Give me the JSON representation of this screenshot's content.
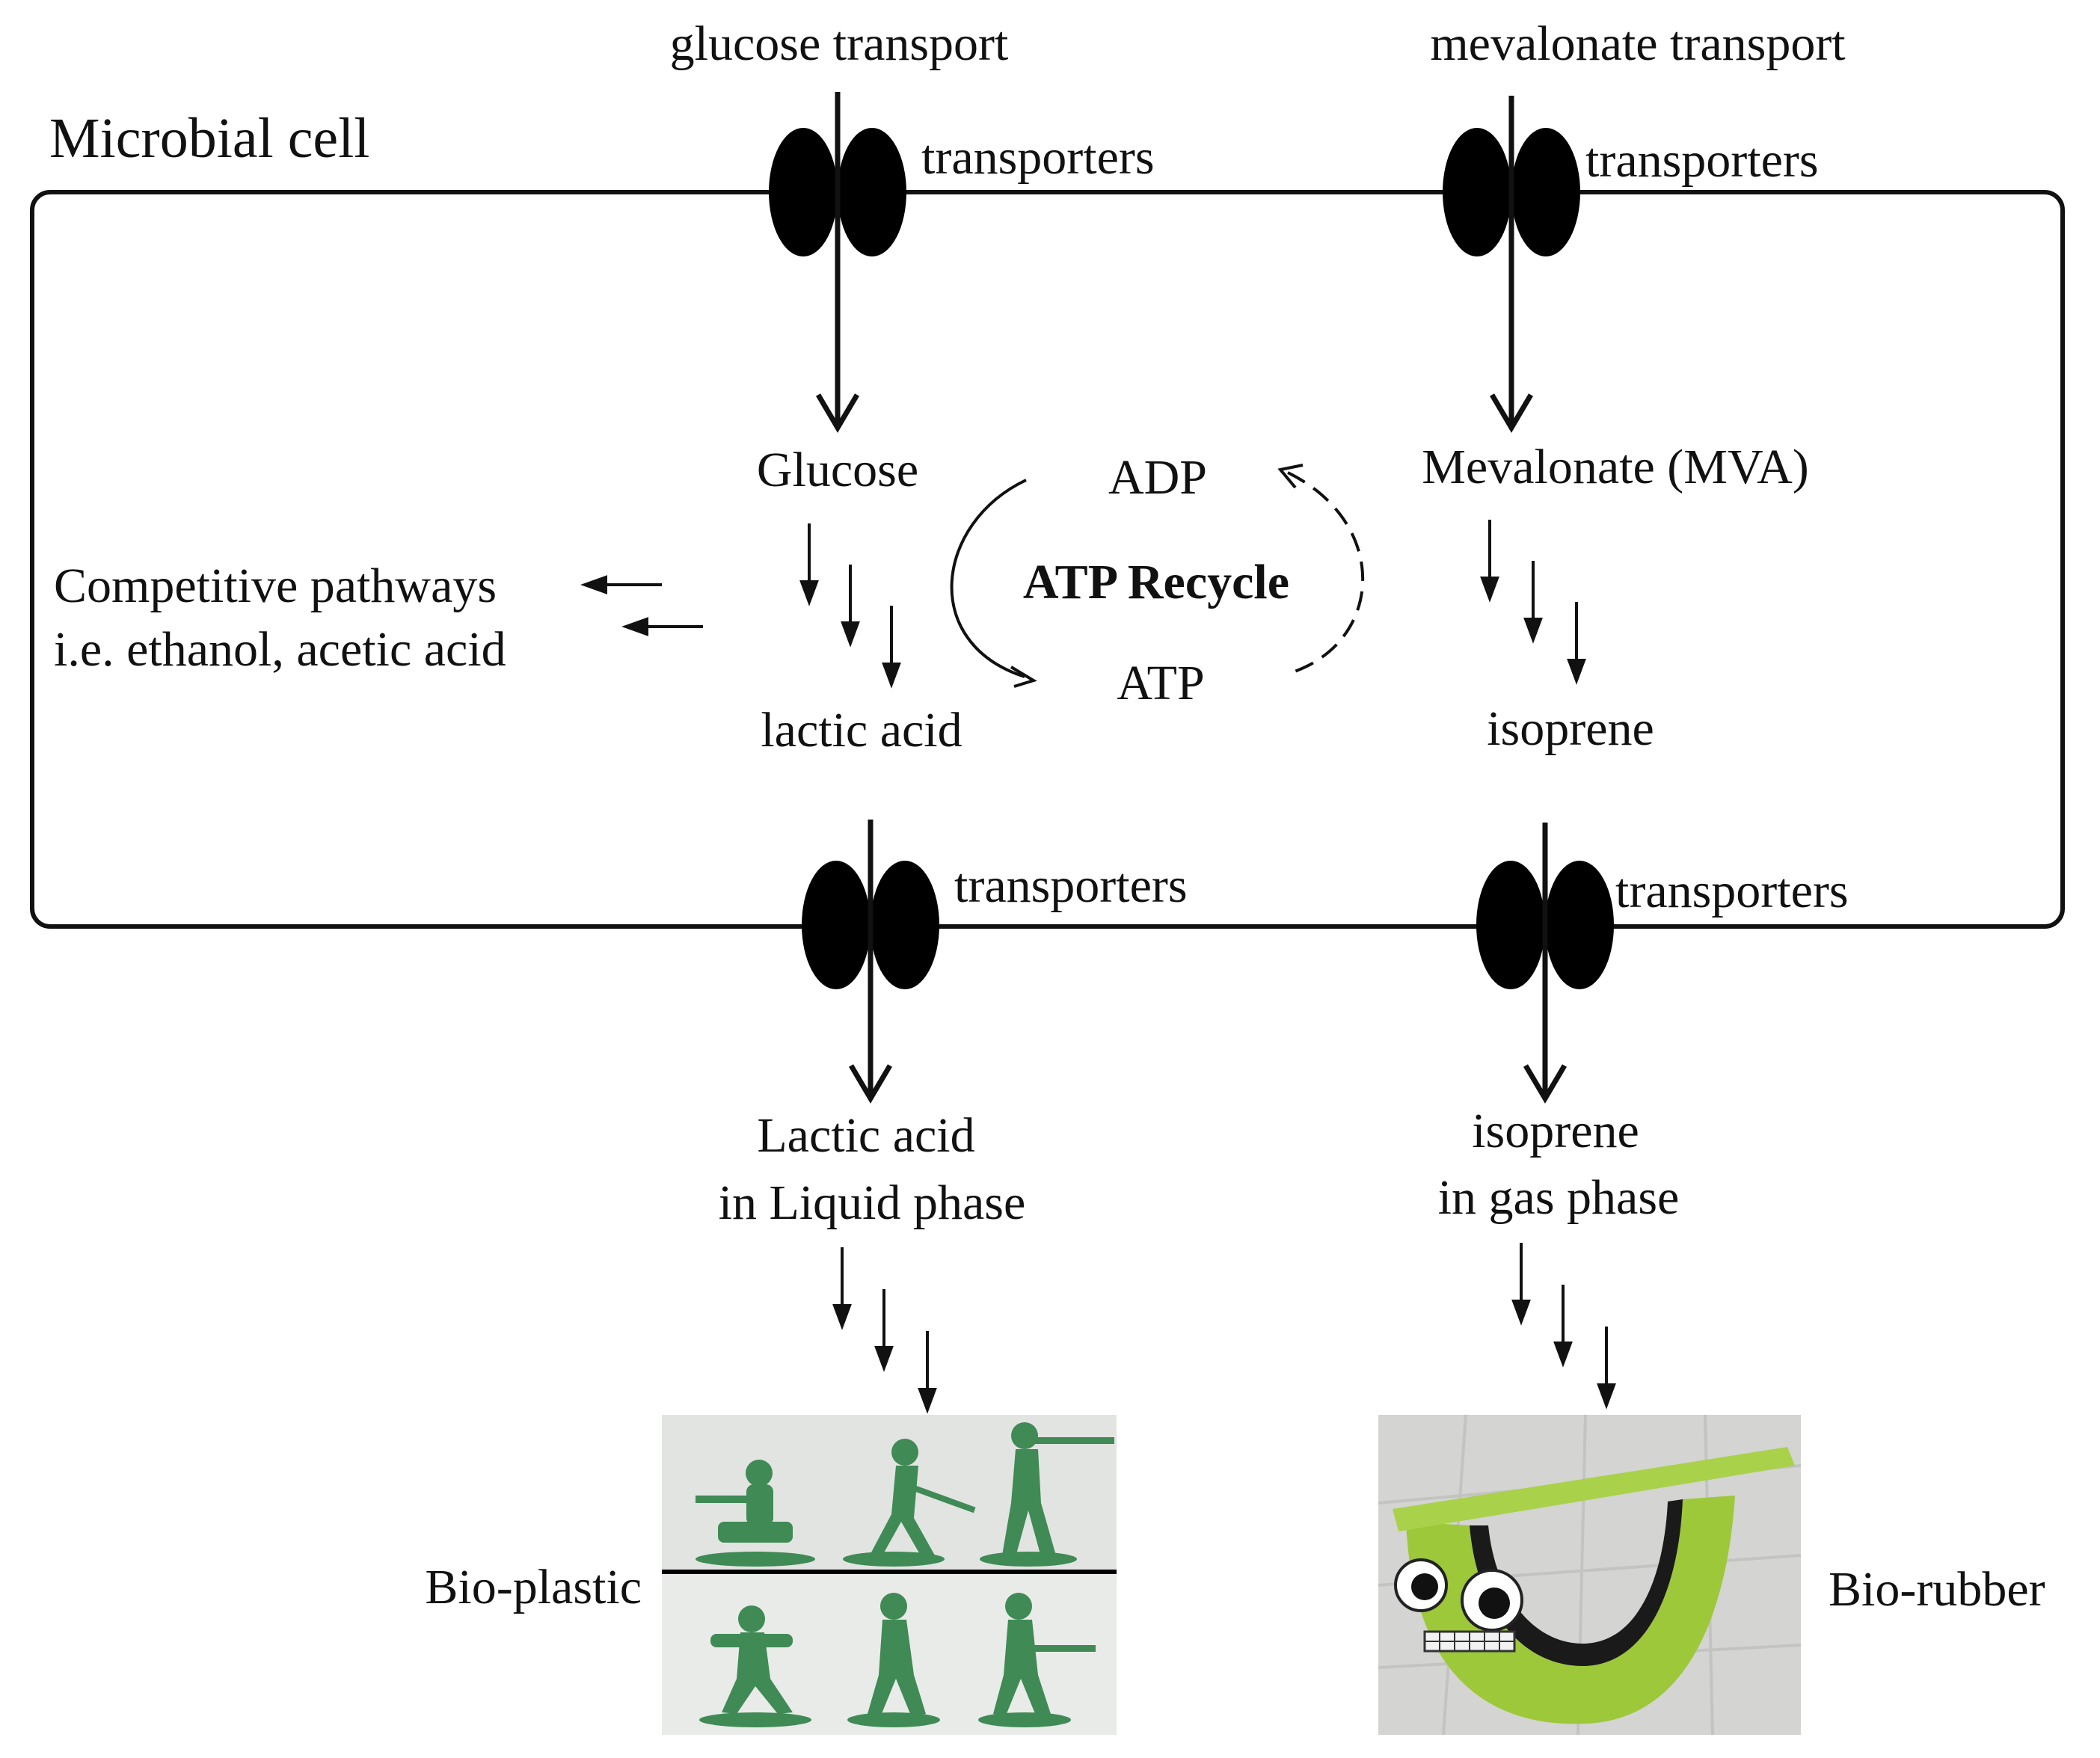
{
  "labels": {
    "glucose_transport": "glucose transport",
    "mevalonate_transport": "mevalonate transport",
    "microbial_cell": "Microbial cell",
    "transporters": "transporters",
    "glucose": "Glucose",
    "lactic_acid_inner": "lactic acid",
    "mevalonate": "Mevalonate (MVA)",
    "isoprene_inner": "isoprene",
    "adp": "ADP",
    "atp": "ATP",
    "atp_recycle": "ATP Recycle",
    "competitive_1": "Competitive pathways",
    "competitive_2": "i.e. ethanol, acetic acid",
    "lactic_out_1": "Lactic acid",
    "lactic_out_2": "in Liquid phase",
    "isoprene_out_1": "isoprene",
    "isoprene_out_2": "in gas phase",
    "bio_plastic": "Bio-plastic",
    "bio_rubber": "Bio-rubber"
  },
  "icons": {
    "transporter": "membrane-transporter-icon",
    "plastic_photo": "green-toy-soldiers-photo",
    "rubber_photo": "tire-rocker-with-face-photo"
  },
  "colors": {
    "ink": "#111111",
    "plastic_green": "#3f8a55",
    "rubber_green": "#9cc83a"
  }
}
